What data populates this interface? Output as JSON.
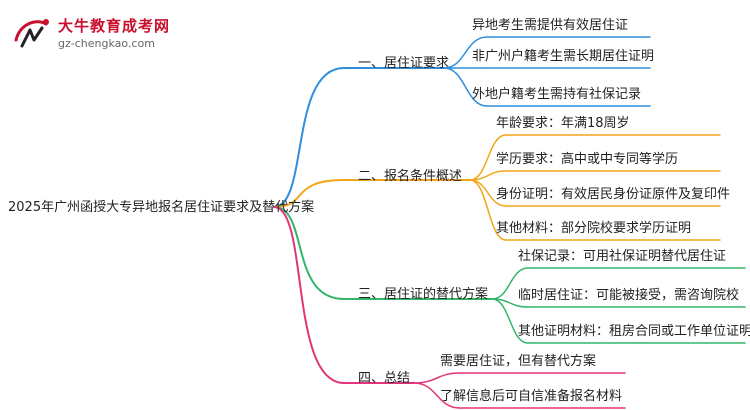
{
  "logo": {
    "name": "大牛教育成考网",
    "url": "gz-chengkao.com"
  },
  "root": "2025年广州函授大专异地报名居住证要求及替代方案",
  "colors": {
    "branch1": "#2f8fdc",
    "branch2": "#f2a51a",
    "branch3": "#33b56b",
    "branch4": "#e0357a",
    "logo_red": "#c8102e"
  },
  "branches": [
    {
      "label": "一、居住证要求",
      "leaves": [
        "异地考生需提供有效居住证",
        "非广州户籍考生需长期居住证明",
        "外地户籍考生需持有社保记录"
      ]
    },
    {
      "label": "二、报名条件概述",
      "leaves": [
        "年龄要求：年满18周岁",
        "学历要求：高中或中专同等学历",
        "身份证明：有效居民身份证原件及复印件",
        "其他材料：部分院校要求学历证明"
      ]
    },
    {
      "label": "三、居住证的替代方案",
      "leaves": [
        "社保记录：可用社保证明替代居住证",
        "临时居住证：可能被接受，需咨询院校",
        "其他证明材料：租房合同或工作单位证明信"
      ]
    },
    {
      "label": "四、总结",
      "leaves": [
        "需要居住证，但有替代方案",
        "了解信息后可自信准备报名材料"
      ]
    }
  ]
}
